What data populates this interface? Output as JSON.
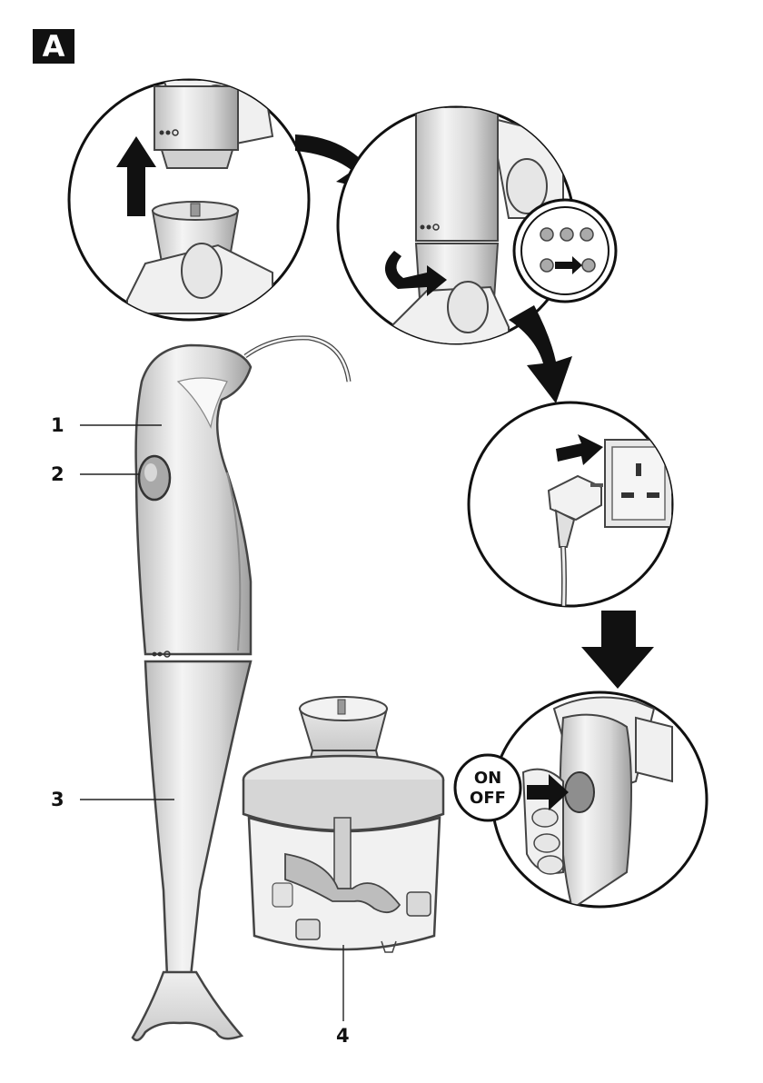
{
  "figure": {
    "badge": "A",
    "callouts": [
      "1",
      "2",
      "3",
      "4"
    ],
    "speed_badge": {
      "top": "ON",
      "bottom": "OFF"
    },
    "colors": {
      "ink": "#111111",
      "line": "#444444",
      "body": "#dcdcdc",
      "shade": "#b9b9b9",
      "light": "#f2f2f2",
      "socket": "#e8e8e8"
    },
    "icons": [
      "up-arrow-icon",
      "curved-arrow-icon",
      "twist-arrow-icon",
      "down-arrow-icon",
      "push-arrow-icon",
      "hole-pattern-icon",
      "power-switch-icon"
    ]
  }
}
